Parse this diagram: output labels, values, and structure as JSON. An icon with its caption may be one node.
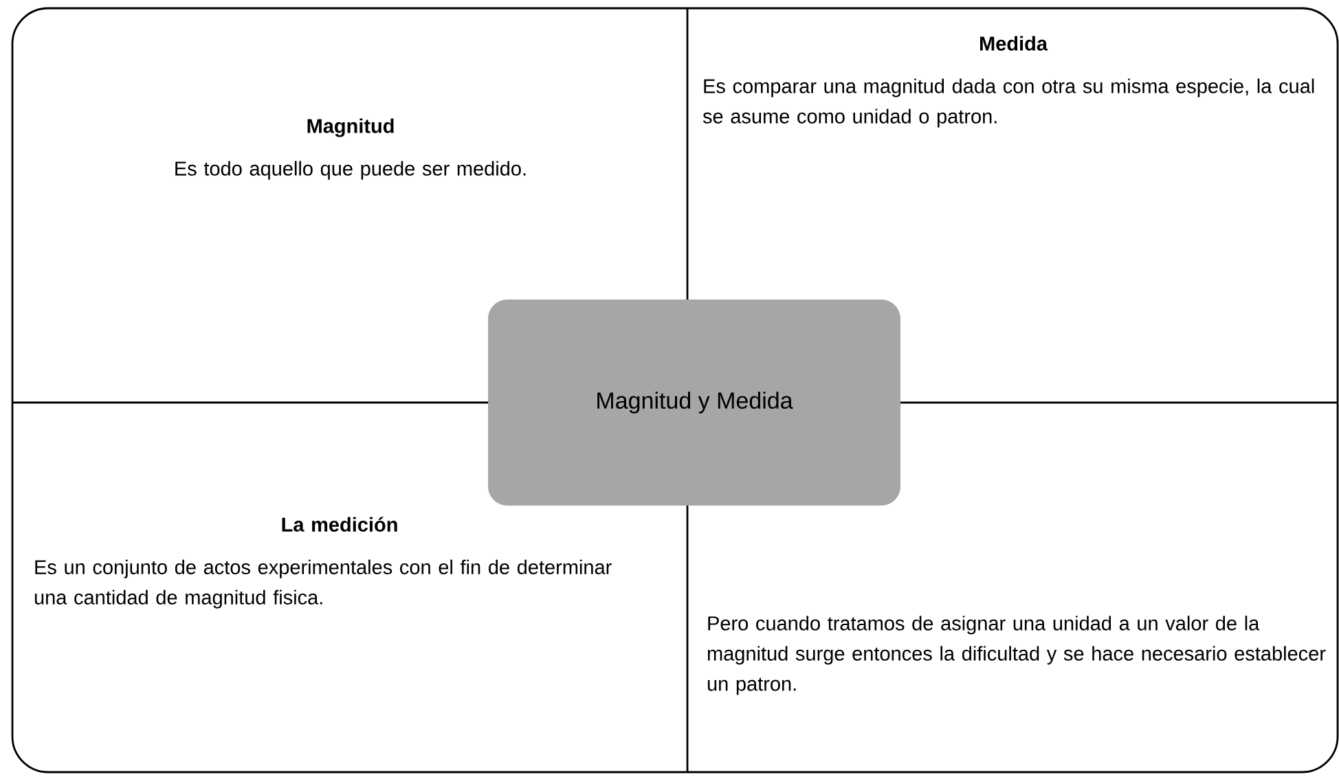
{
  "diagram": {
    "nodes": [
      {
        "text": [
          "Magnitud",
          "Es todo aquello que puede ser medido."
        ]
      },
      {
        "text": [
          "Medida",
          "Es comparar una magnitud dada con otra su misma especie, la cual se asume como unidad o patron."
        ]
      },
      {
        "text": [
          "Magnitud y Medida"
        ]
      },
      {
        "text": [
          "La medición",
          "Es un conjunto de actos experimentales con el fin de determinar una cantidad de magnitud fisica."
        ]
      },
      {
        "text": [
          "Pero cuando tratamos de asignar una unidad a un valor de la magnitud surge entonces la dificultad y se hace necesario establecer un patron."
        ]
      }
    ]
  }
}
